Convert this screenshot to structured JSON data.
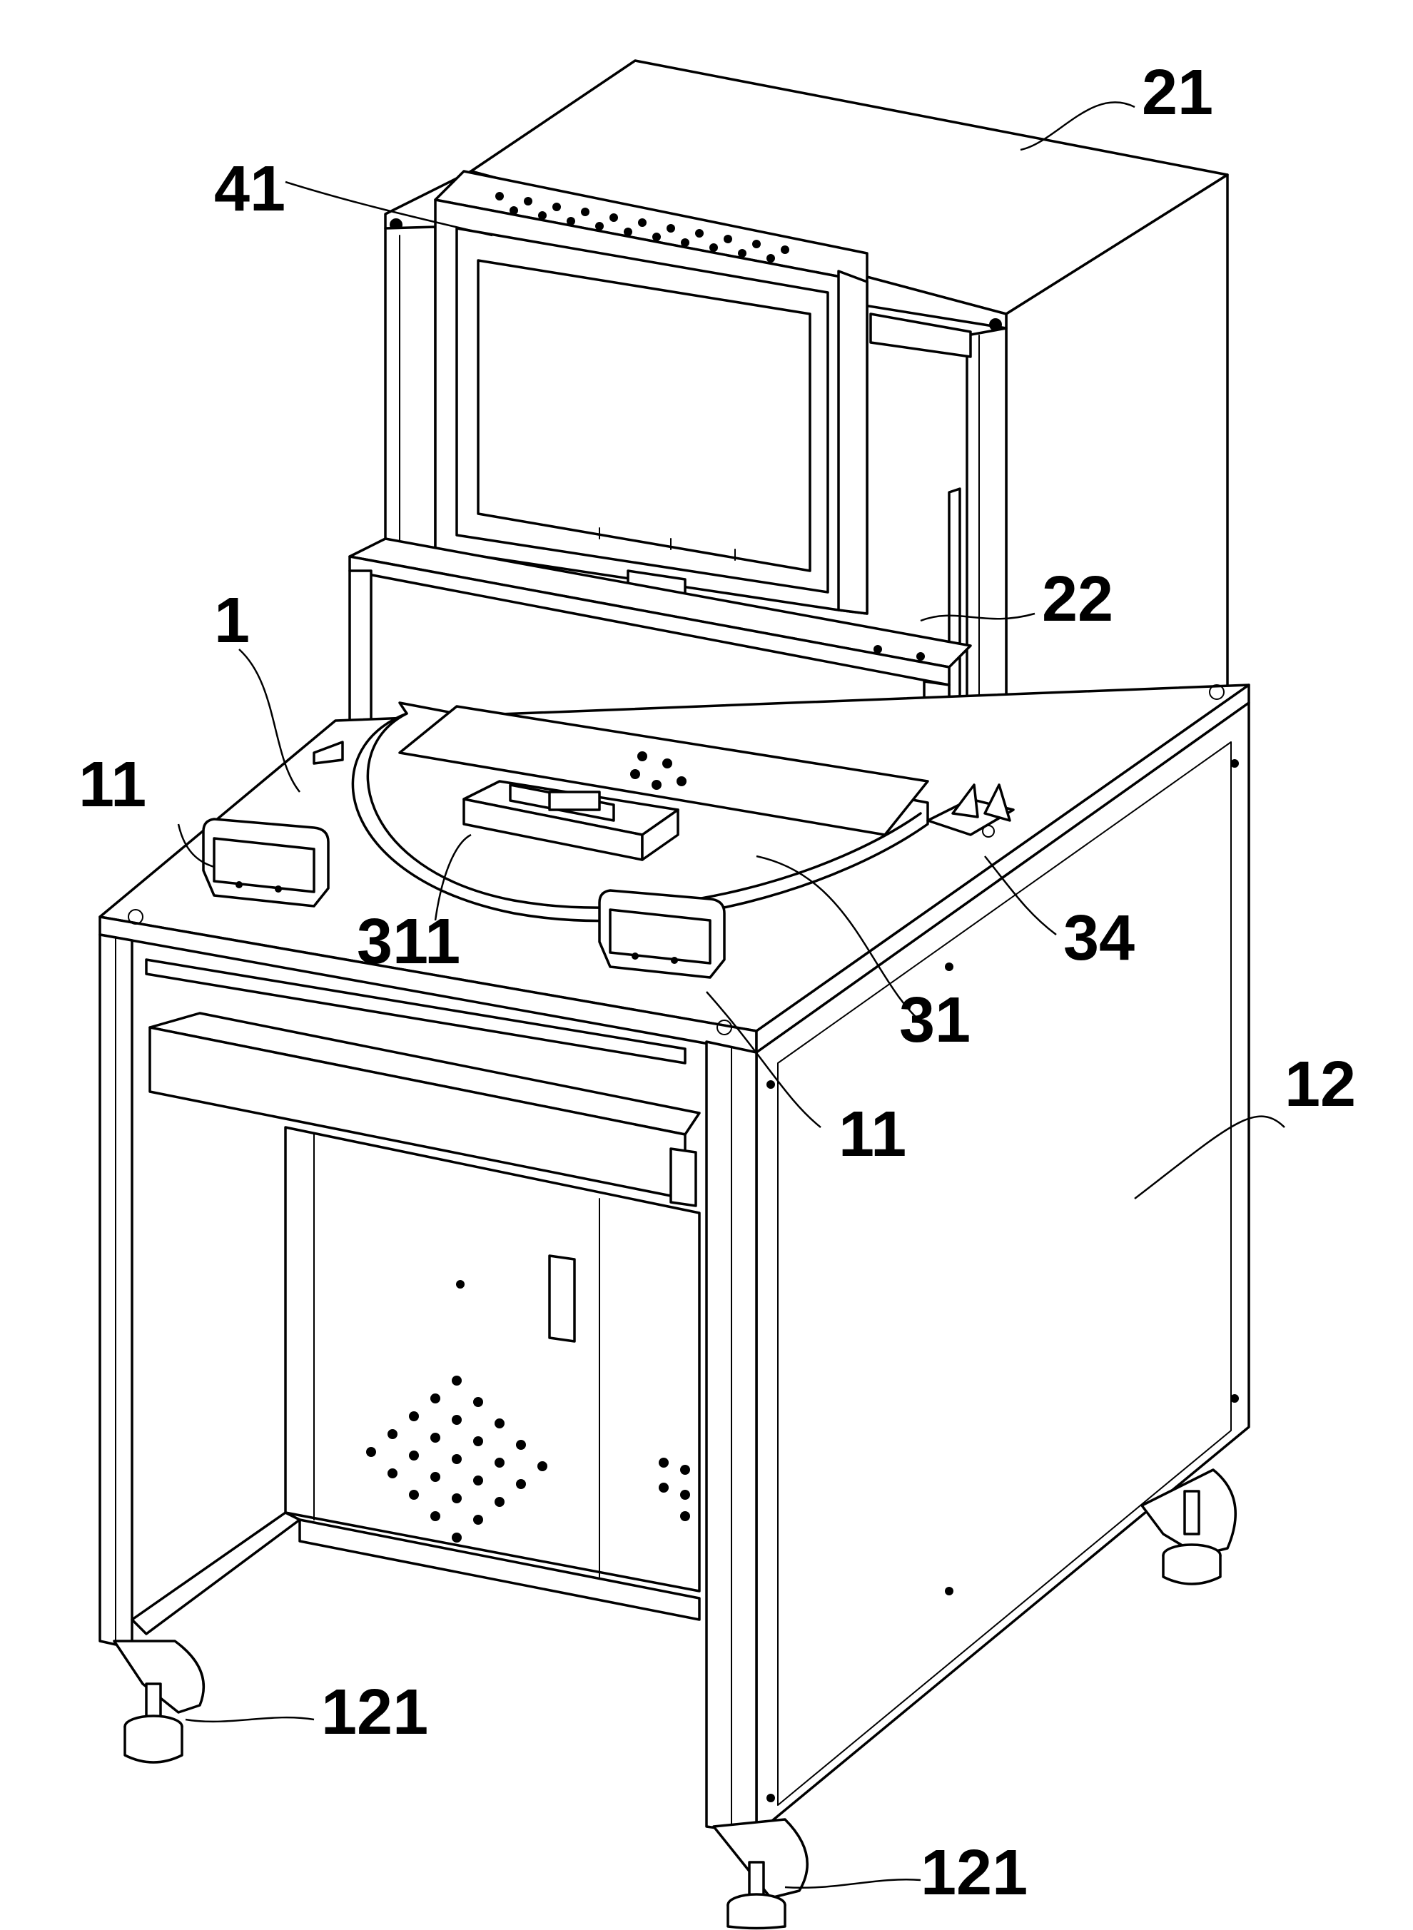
{
  "labels": {
    "screen": "41",
    "upper_cabinet": "21",
    "shelf": "22",
    "table_top": "1",
    "handle_left": "11",
    "handle_right": "11",
    "fixture": "311",
    "turntable": "31",
    "bracket": "34",
    "lower_cabinet": "12",
    "caster_left": "121",
    "caster_right": "121"
  }
}
